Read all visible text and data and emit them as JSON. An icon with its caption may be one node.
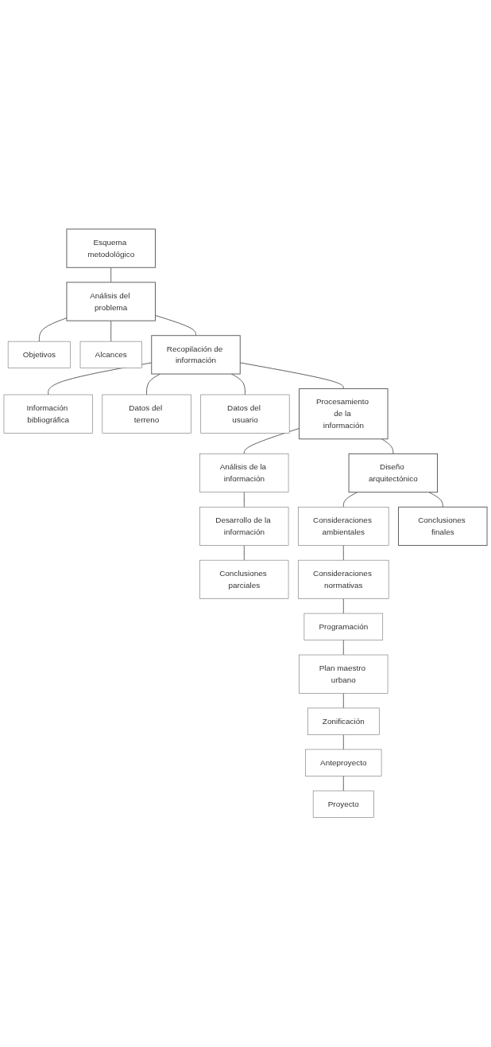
{
  "diagram": {
    "nodes": [
      {
        "text": [
          "Esquema metodológico"
        ]
      },
      {
        "text": [
          "Análisis del problema"
        ]
      },
      {
        "text": [
          "Objetivos"
        ]
      },
      {
        "text": [
          "Alcances"
        ]
      },
      {
        "text": [
          "Recopilación de información"
        ]
      },
      {
        "text": [
          "Información bibliográfica"
        ]
      },
      {
        "text": [
          "Datos del terreno"
        ]
      },
      {
        "text": [
          "Datos del usuario"
        ]
      },
      {
        "text": [
          "Procesamiento de la información"
        ]
      },
      {
        "text": [
          "Análisis de la información"
        ]
      },
      {
        "text": [
          "Desarrollo de la información"
        ]
      },
      {
        "text": [
          "Conclusiones parciales"
        ]
      },
      {
        "text": [
          "Diseño arquitectónico"
        ]
      },
      {
        "text": [
          "Consideraciones ambientales"
        ]
      },
      {
        "text": [
          "Consideraciones normativas"
        ]
      },
      {
        "text": [
          "Programación"
        ]
      },
      {
        "text": [
          "Plan maestro urbano"
        ]
      },
      {
        "text": [
          "Zonificación"
        ]
      },
      {
        "text": [
          "Anteproyecto"
        ]
      },
      {
        "text": [
          "Proyecto"
        ]
      },
      {
        "text": [
          "Conclusiones finales"
        ]
      }
    ],
    "edges": [
      {
        "from": 0,
        "to": 1,
        "arrow": "none"
      },
      {
        "from": 1,
        "to": 2,
        "arrow": "none"
      },
      {
        "from": 1,
        "to": 3,
        "arrow": "none"
      },
      {
        "from": 1,
        "to": 4,
        "arrow": "none"
      },
      {
        "from": 4,
        "to": 5,
        "arrow": "none"
      },
      {
        "from": 4,
        "to": 6,
        "arrow": "none"
      },
      {
        "from": 4,
        "to": 7,
        "arrow": "none"
      },
      {
        "from": 4,
        "to": 8,
        "arrow": "none"
      },
      {
        "from": 8,
        "to": 9,
        "arrow": "none"
      },
      {
        "from": 9,
        "to": 10,
        "arrow": "none"
      },
      {
        "from": 10,
        "to": 11,
        "arrow": "none"
      },
      {
        "from": 8,
        "to": 12,
        "arrow": "none"
      },
      {
        "from": 12,
        "to": 13,
        "arrow": "none"
      },
      {
        "from": 13,
        "to": 14,
        "arrow": "none"
      },
      {
        "from": 14,
        "to": 15,
        "arrow": "none"
      },
      {
        "from": 15,
        "to": 16,
        "arrow": "none"
      },
      {
        "from": 16,
        "to": 17,
        "arrow": "none"
      },
      {
        "from": 17,
        "to": 18,
        "arrow": "none"
      },
      {
        "from": 18,
        "to": 19,
        "arrow": "none"
      },
      {
        "from": 12,
        "to": 20,
        "arrow": "none"
      }
    ]
  }
}
